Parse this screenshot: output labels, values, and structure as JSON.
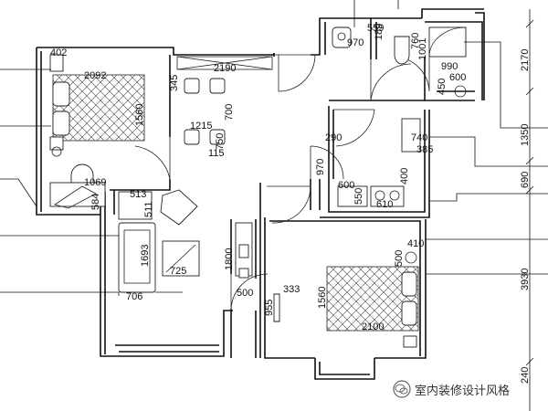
{
  "dimensions": {
    "bedroom1_top": "402",
    "bedroom1_width": "2092",
    "bedroom1_length": "1560",
    "bedroom1_desk": "1069",
    "bedroom1_small": "584",
    "dining_top": "2190",
    "dining_side": "345",
    "dining_width": "1215",
    "dining_v1": "700",
    "dining_v2": "750",
    "dining_small": "115",
    "bath_sink": "970",
    "bath_top1": "559",
    "bath_top2": "189",
    "bath_v1": "760",
    "bath_v2": "1001",
    "bath_shower": "990",
    "bath_small": "600",
    "bath_door": "450",
    "kitchen_290": "290",
    "kitchen_740": "740",
    "kitchen_385": "385",
    "kitchen_970": "970",
    "kitchen_600": "600",
    "kitchen_400": "400",
    "kitchen_550": "550",
    "kitchen_610": "610",
    "living_513": "513",
    "living_511": "511",
    "living_1693": "1693",
    "living_706": "706",
    "living_tv": "725",
    "hall_1800": "1800",
    "hall_500": "500",
    "bed2_410": "410",
    "bed2_500": "500",
    "bed2_333": "333",
    "bed2_955": "955",
    "bed2_1560": "1560",
    "bed2_2100": "2100",
    "right_2170": "2170",
    "right_1350": "1350",
    "right_690": "690",
    "right_3930": "3930",
    "right_240": "240"
  },
  "watermark": {
    "text": "室内装修设计风格"
  }
}
